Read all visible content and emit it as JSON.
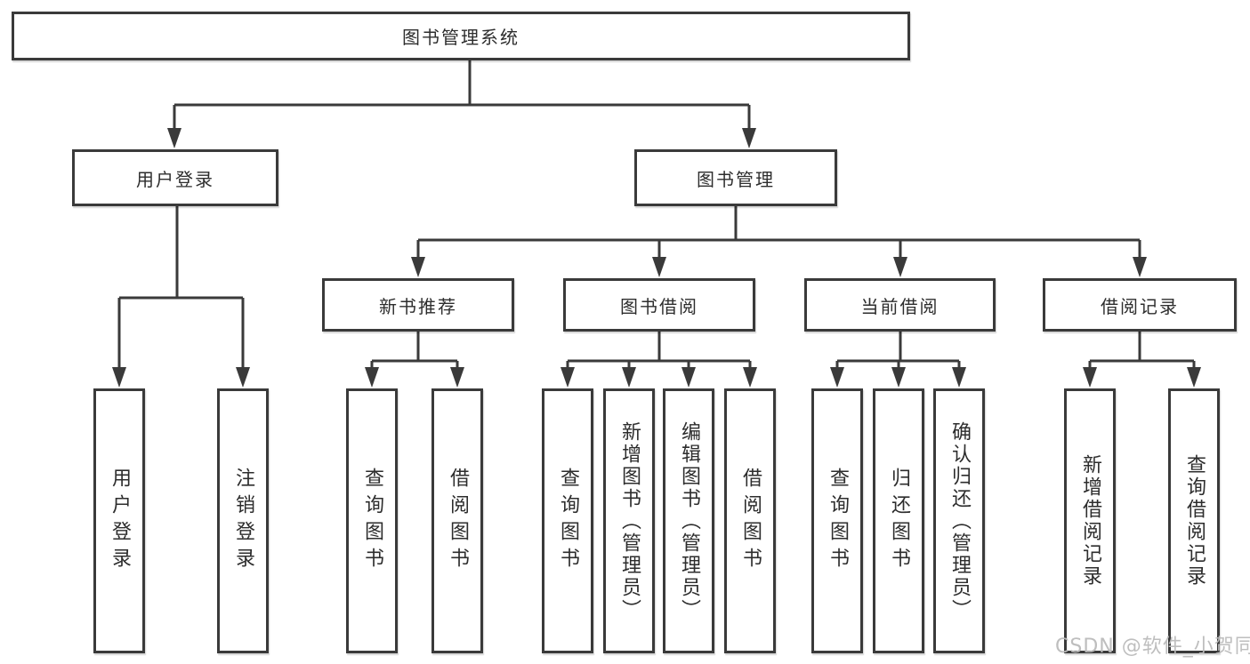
{
  "root": {
    "label": "图书管理系统"
  },
  "level2": {
    "user_login": {
      "label": "用户登录"
    },
    "book_management": {
      "label": "图书管理"
    }
  },
  "level3": {
    "new_book_recommend": {
      "label": "新书推荐"
    },
    "book_borrowing": {
      "label": "图书借阅"
    },
    "current_borrowing": {
      "label": "当前借阅"
    },
    "borrowing_records": {
      "label": "借阅记录"
    }
  },
  "leaves": {
    "user_login": {
      "label": "用户登录"
    },
    "logout_login": {
      "label": "注销登录"
    },
    "recommend_query_books": {
      "label": "查询图书"
    },
    "recommend_borrow_books": {
      "label": "借阅图书"
    },
    "borrowing_query_books": {
      "label": "查询图书"
    },
    "borrowing_add_books_admin": {
      "label": "新增图书（管理员）"
    },
    "borrowing_edit_books_admin": {
      "label": "编辑图书（管理员）"
    },
    "borrowing_borrow_books": {
      "label": "借阅图书"
    },
    "current_query_books": {
      "label": "查询图书"
    },
    "current_return_books": {
      "label": "归还图书"
    },
    "current_confirm_return_admin": {
      "label": "确认归还（管理员）"
    },
    "records_add_borrow_record": {
      "label": "新增借阅记录"
    },
    "records_query_borrow_record": {
      "label": "查询借阅记录"
    }
  },
  "watermark": {
    "text": "CSDN @软件_小贺同学"
  },
  "colors": {
    "line": "#3a3a3a",
    "text": "#2d2d2d",
    "background": "#ffffff",
    "watermark": "#bababa"
  }
}
